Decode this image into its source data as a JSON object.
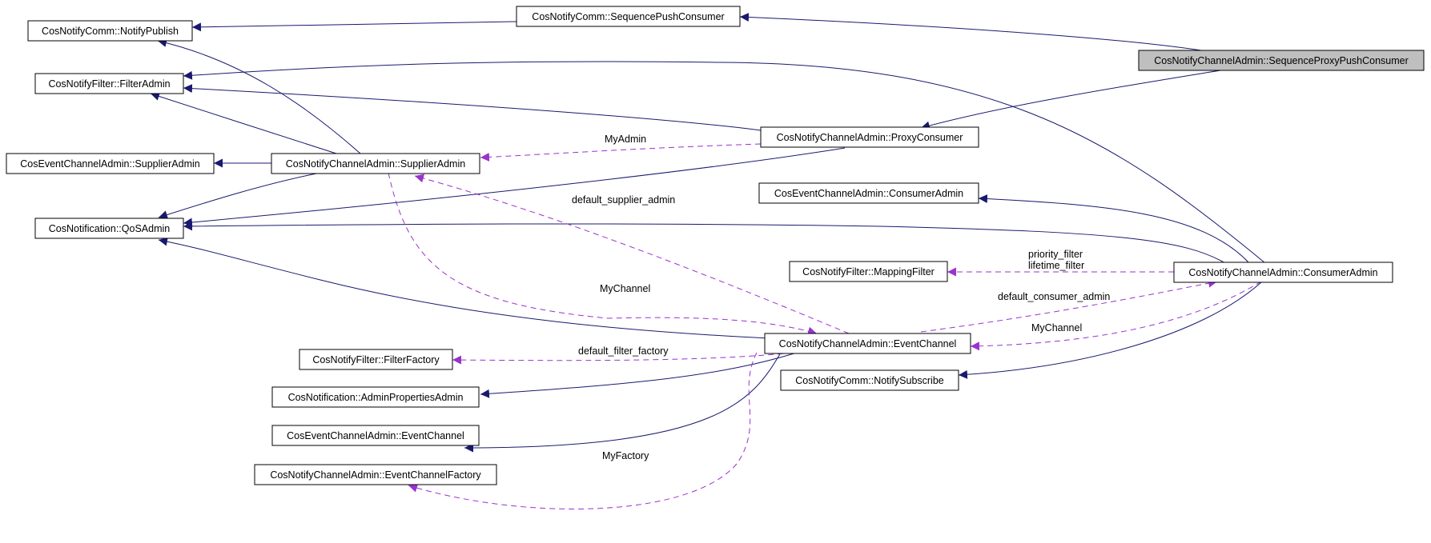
{
  "diagram": {
    "colors": {
      "inheritance": "#191970",
      "usage": "#9a32cd",
      "highlight_fill": "#bfbfbf"
    },
    "nodes": {
      "notifypublish": "CosNotifyComm::NotifyPublish",
      "sequencepushconsumer": "CosNotifyComm::SequencePushConsumer",
      "sequenceproxypushconsumer": "CosNotifyChannelAdmin::SequenceProxyPushConsumer",
      "filteradmin": "CosNotifyFilter::FilterAdmin",
      "proxyconsumer": "CosNotifyChannelAdmin::ProxyConsumer",
      "ec_supplieradmin": "CosEventChannelAdmin::SupplierAdmin",
      "supplieradmin": "CosNotifyChannelAdmin::SupplierAdmin",
      "ec_consumeradmin": "CosEventChannelAdmin::ConsumerAdmin",
      "qosadmin": "CosNotification::QoSAdmin",
      "mappingfilter": "CosNotifyFilter::MappingFilter",
      "consumeradmin": "CosNotifyChannelAdmin::ConsumerAdmin",
      "eventchannel": "CosNotifyChannelAdmin::EventChannel",
      "filterfactory": "CosNotifyFilter::FilterFactory",
      "notifysubscribe": "CosNotifyComm::NotifySubscribe",
      "adminpropertiesadmin": "CosNotification::AdminPropertiesAdmin",
      "ec_eventchannel": "CosEventChannelAdmin::EventChannel",
      "eventchannelfactory": "CosNotifyChannelAdmin::EventChannelFactory"
    },
    "edge_labels": {
      "myadmin": "MyAdmin",
      "default_supplier_admin": "default_supplier_admin",
      "priority_filter": "priority_filter",
      "lifetime_filter": "lifetime_filter",
      "mychannel_left": "MyChannel",
      "default_consumer_admin": "default_consumer_admin",
      "mychannel_right": "MyChannel",
      "default_filter_factory": "default_filter_factory",
      "myfactory": "MyFactory"
    }
  }
}
